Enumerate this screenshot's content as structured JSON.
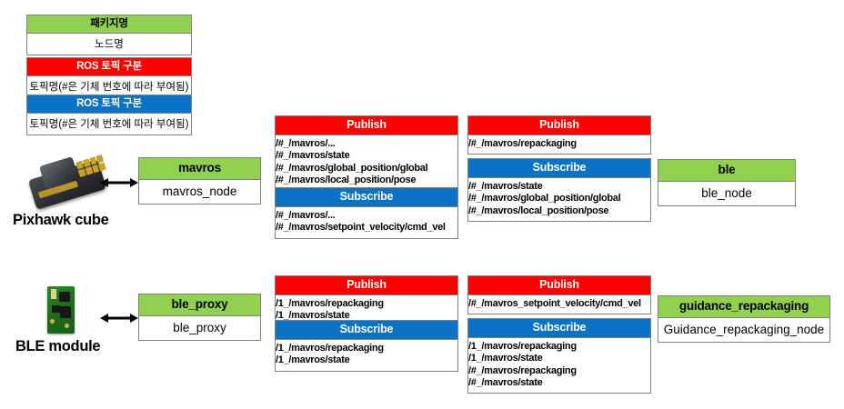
{
  "legend": {
    "node_legend": {
      "header": "패키지명",
      "body": "노드명"
    },
    "topic_legend_pub": {
      "header": "ROS 토픽 구분",
      "body": "토픽명(#은 기체 번호에 따라 부여됨)"
    },
    "topic_legend_sub": {
      "header": "ROS 토픽 구분",
      "body": "토픽명(#은 기체 번호에 따라 부여됨)"
    }
  },
  "colors": {
    "package_green": "#92D050",
    "publish_red": "#FF0000",
    "subscribe_blue": "#0A72C7",
    "border_gray": "#808080"
  },
  "rows": {
    "top": {
      "hardware": {
        "label": "Pixhawk cube",
        "icon": "pixhawk-cube-image"
      },
      "node": {
        "header": "mavros",
        "body": "mavros_node"
      },
      "publish_1": {
        "header": "Publish",
        "topics": [
          "/#_/mavros/...",
          "/#_/mavros/state",
          "/#_/mavros/global_position/global",
          "/#_/mavros/local_position/pose"
        ]
      },
      "subscribe_1": {
        "header": "Subscribe",
        "topics": [
          "/#_/mavros/...",
          "/#_/mavros/setpoint_velocity/cmd_vel"
        ]
      },
      "publish_2": {
        "header": "Publish",
        "topics": [
          "/#_/mavros/repackaging"
        ]
      },
      "subscribe_2": {
        "header": "Subscribe",
        "topics": [
          "/#_/mavros/state",
          "/#_/mavros/global_position/global",
          "/#_/mavros/local_position/pose"
        ]
      },
      "node_right": {
        "header": "ble",
        "body": "ble_node"
      }
    },
    "bottom": {
      "hardware": {
        "label": "BLE module",
        "icon": "ble-module-image"
      },
      "node": {
        "header": "ble_proxy",
        "body": "ble_proxy"
      },
      "publish_1": {
        "header": "Publish",
        "topics": [
          "/1_/mavros/repackaging",
          "/1_/mavros/state"
        ]
      },
      "subscribe_1": {
        "header": "Subscribe",
        "topics": [
          "/1_/mavros/repackaging",
          "/1_/mavros/state"
        ]
      },
      "publish_2": {
        "header": "Publish",
        "topics": [
          "/#_/mavros_setpoint_velocity/cmd_vel"
        ]
      },
      "subscribe_2": {
        "header": "Subscribe",
        "topics": [
          "/1_/mavros/repackaging",
          "/1_/mavros/state",
          "/#_/mavros/repackaging",
          "/#_/mavros/state"
        ]
      },
      "node_right": {
        "header": "guidance_repackaging",
        "body": "Guidance_repackaging_node"
      }
    }
  }
}
